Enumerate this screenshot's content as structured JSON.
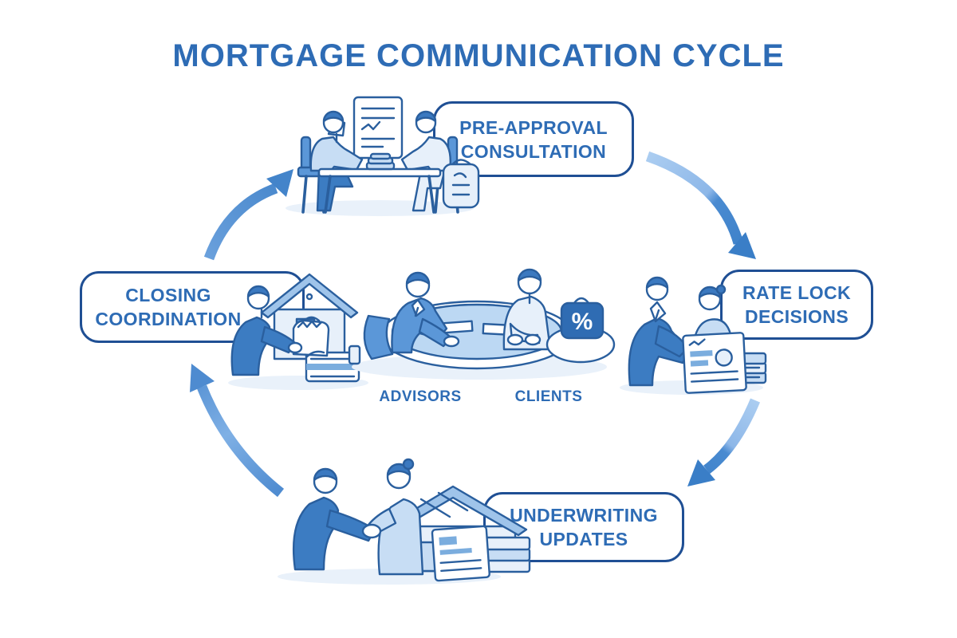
{
  "title": "MORTGAGE COMMUNICATION CYCLE",
  "stages": [
    {
      "name": "pre-approval-consultation",
      "line1": "PRE-APPROVAL",
      "line2": "CONSULTATION"
    },
    {
      "name": "rate-lock-decisions",
      "line1": "RATE LOCK",
      "line2": "DECISIONS"
    },
    {
      "name": "underwriting-updates",
      "line1": "UNDERWRITING",
      "line2": "UPDATES"
    },
    {
      "name": "closing-coordination",
      "line1": "CLOSING",
      "line2": "COORDINATION"
    }
  ],
  "center": {
    "advisors_label": "ADVISORS",
    "clients_label": "CLIENTS",
    "percent_badge": "%"
  },
  "colors": {
    "text_blue": "#2e6cb5",
    "box_border": "#1f4f94",
    "illustration_outline": "#2a5f9e",
    "arrow_light": "#abcdf1",
    "arrow_dark": "#3a7ec7",
    "fill_medium": "#5b97d8",
    "fill_light": "#c7ddf4"
  }
}
